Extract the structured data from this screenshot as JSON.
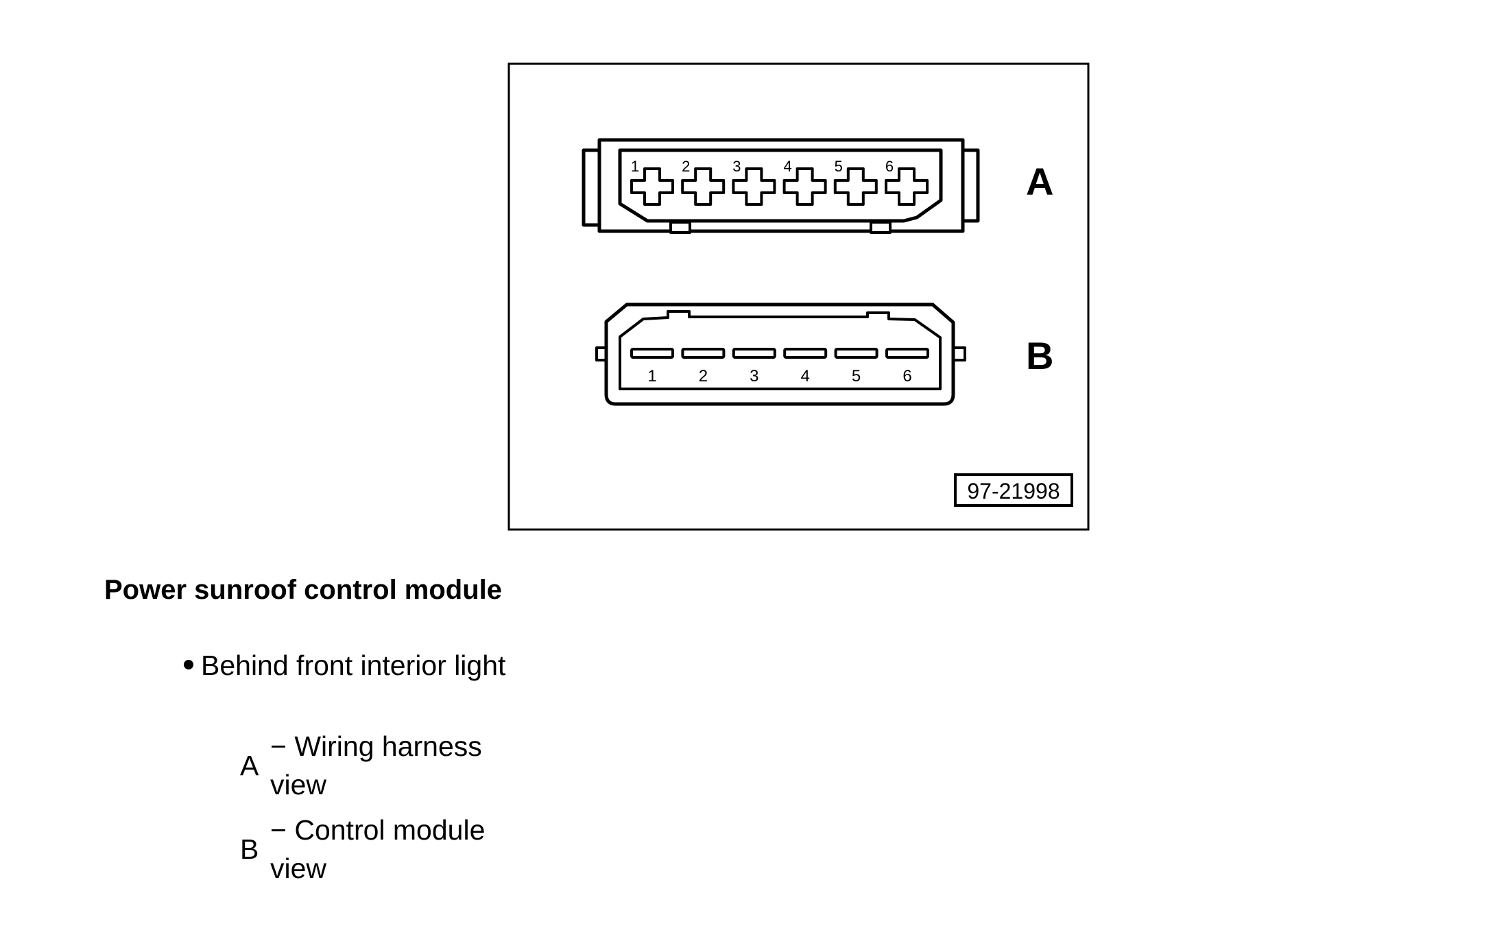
{
  "figure": {
    "figure_id": "97-21998",
    "connectors": [
      {
        "label": "A",
        "pin_style": "cross",
        "pins": [
          "1",
          "2",
          "3",
          "4",
          "5",
          "6"
        ]
      },
      {
        "label": "B",
        "pin_style": "slot",
        "pins": [
          "1",
          "2",
          "3",
          "4",
          "5",
          "6"
        ]
      }
    ]
  },
  "heading": "Power sunroof control module",
  "location_bullet": "Behind front interior light",
  "legend": [
    {
      "key": "A",
      "text": "− Wiring harness view"
    },
    {
      "key": "B",
      "text": "− Control module view"
    }
  ]
}
